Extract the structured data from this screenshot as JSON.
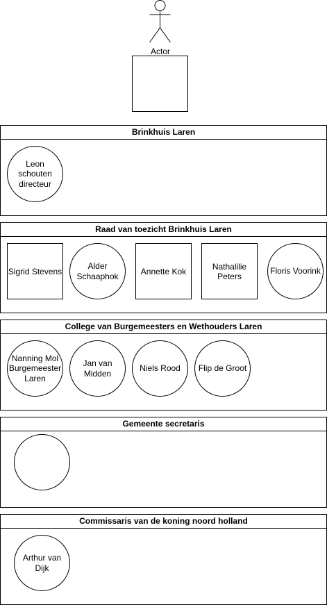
{
  "actor": {
    "label": "Actor"
  },
  "pools": [
    {
      "title": "Brinkhuis Laren",
      "members": [
        {
          "shape": "circle",
          "label": "Leon\nschouten\ndirecteur"
        }
      ]
    },
    {
      "title": "Raad van toezicht Brinkhuis Laren",
      "members": [
        {
          "shape": "square",
          "label": "Sigrid Stevens"
        },
        {
          "shape": "circle",
          "label": "Alder\nSchaaphok"
        },
        {
          "shape": "square",
          "label": "Annette Kok"
        },
        {
          "shape": "square",
          "label": "Nathalilie\nPeters"
        },
        {
          "shape": "circle",
          "label": "Floris Voorink"
        }
      ]
    },
    {
      "title": "College van Burgemeesters en Wethouders Laren",
      "members": [
        {
          "shape": "circle",
          "label": "Nanning Mol\nBurgemeester\nLaren"
        },
        {
          "shape": "circle",
          "label": "Jan van\nMidden"
        },
        {
          "shape": "circle",
          "label": "Niels Rood"
        },
        {
          "shape": "circle",
          "label": "Flip de Groot"
        }
      ]
    },
    {
      "title": "Gemeente secretaris",
      "members": [
        {
          "shape": "circle",
          "label": ""
        }
      ]
    },
    {
      "title": "Commissaris van de koning noord holland",
      "members": [
        {
          "shape": "circle",
          "label": "Arthur van\nDijk"
        }
      ]
    }
  ]
}
